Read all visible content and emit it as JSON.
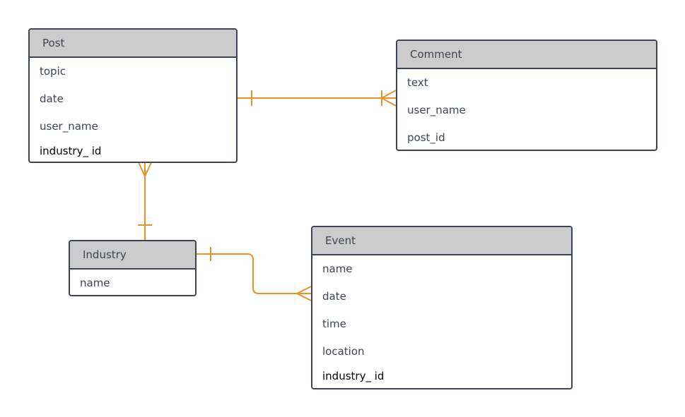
{
  "colors": {
    "connector": "#e8932a",
    "border": "#3d4452",
    "header_bg": "#cccccc",
    "text": "#3d4452",
    "fk_text": "#000000"
  },
  "entities": {
    "post": {
      "title": "Post",
      "fields": [
        "topic",
        "date",
        "user_name",
        "industry_ id"
      ]
    },
    "comment": {
      "title": "Comment",
      "fields": [
        "text",
        "user_name",
        "post_id"
      ]
    },
    "industry": {
      "title": "Industry",
      "fields": [
        "name"
      ]
    },
    "event": {
      "title": "Event",
      "fields": [
        "name",
        "date",
        "time",
        "location",
        "industry_ id"
      ]
    }
  }
}
